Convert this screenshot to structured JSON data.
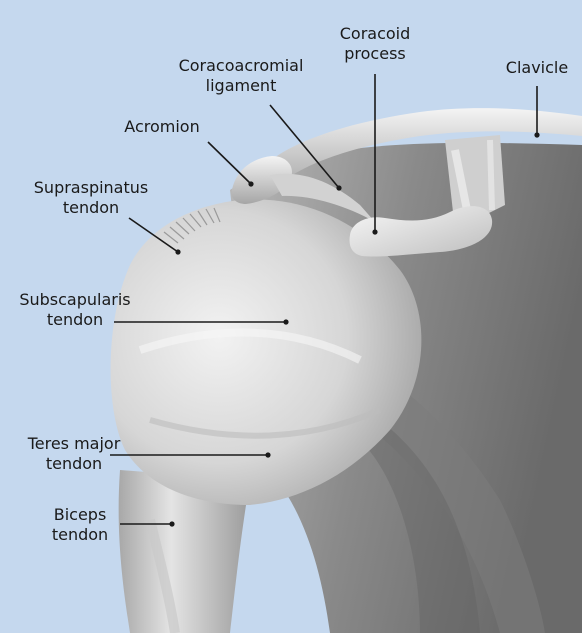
{
  "labels": {
    "coracoid_process": [
      "Coracoid",
      "process"
    ],
    "coracoacromial_ligament": [
      "Coracoacromial",
      "ligament"
    ],
    "clavicle": [
      "Clavicle"
    ],
    "acromion": [
      "Acromion"
    ],
    "supraspinatus_tendon": [
      "Supraspinatus",
      "tendon"
    ],
    "subscapularis_tendon": [
      "Subscapularis",
      "tendon"
    ],
    "teres_major_tendon": [
      "Teres major",
      "tendon"
    ],
    "biceps_tendon": [
      "Biceps",
      "tendon"
    ]
  },
  "colors": {
    "background": "#c5d8ee",
    "leader_line": "#1a1a1a",
    "tissue_light": "#ececec",
    "tissue_dark": "#6e6e6e"
  }
}
